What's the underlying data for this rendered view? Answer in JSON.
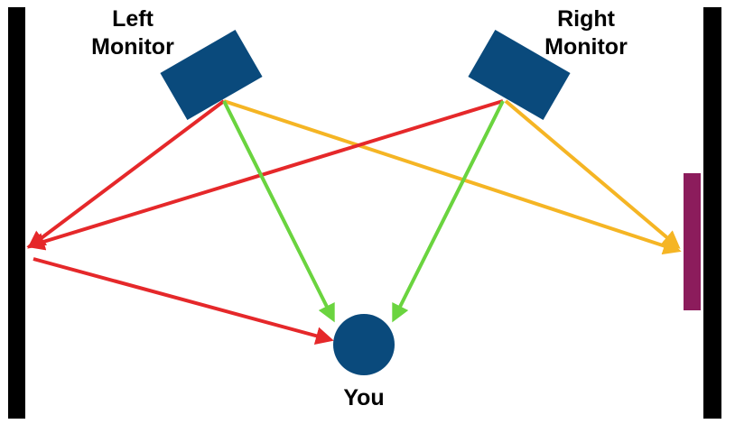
{
  "labels": {
    "left_monitor": [
      "Left",
      "Monitor"
    ],
    "right_monitor": [
      "Right",
      "Monitor"
    ],
    "you": "You"
  },
  "colors": {
    "wall": "#000000",
    "monitor": "#0a4a7c",
    "viewer": "#0a4a7c",
    "panel": "#8c1c5c",
    "arrow_direct": "#6ad43f",
    "arrow_reflect_left": "#e5282a",
    "arrow_to_panel": "#f5b524"
  },
  "diagram": {
    "walls": [
      "left-wall",
      "right-wall"
    ],
    "objects": [
      "left-monitor",
      "right-monitor",
      "you",
      "wall-panel"
    ],
    "arrows": [
      {
        "id": "left-monitor-to-you",
        "color": "arrow_direct"
      },
      {
        "id": "right-monitor-to-you",
        "color": "arrow_direct"
      },
      {
        "id": "left-monitor-to-left-wall",
        "color": "arrow_reflect_left"
      },
      {
        "id": "right-monitor-to-left-wall",
        "color": "arrow_reflect_left"
      },
      {
        "id": "left-wall-reflection-to-you",
        "color": "arrow_reflect_left"
      },
      {
        "id": "left-monitor-to-right-panel",
        "color": "arrow_to_panel"
      },
      {
        "id": "right-monitor-to-right-panel",
        "color": "arrow_to_panel"
      }
    ]
  }
}
